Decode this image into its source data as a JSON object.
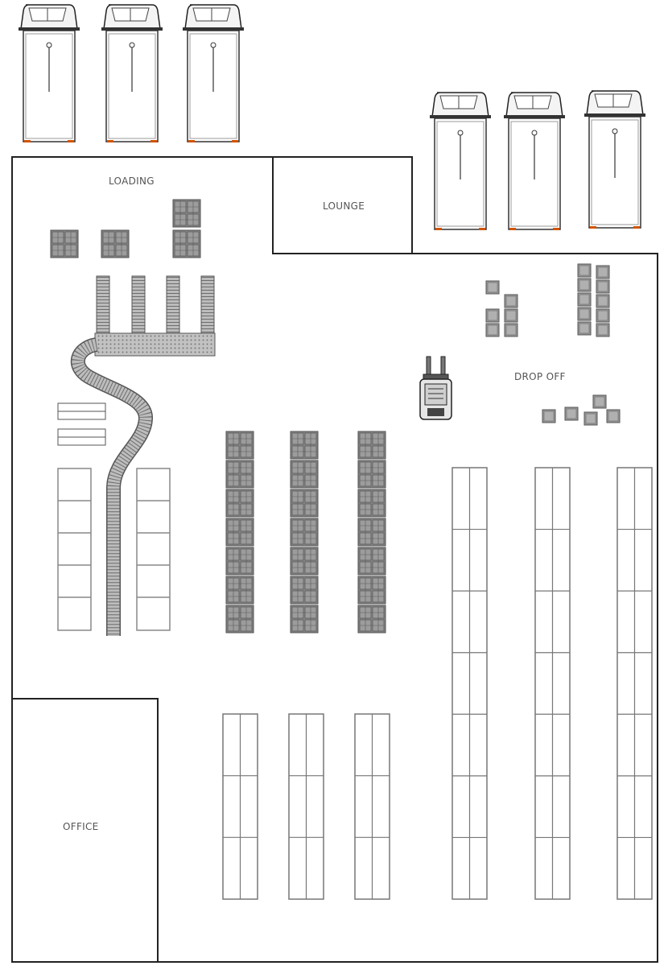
{
  "labels": {
    "loading": "LOADING",
    "lounge": "LOUNGE",
    "drop_off": "DROP OFF",
    "office": "OFFICE"
  },
  "colors": {
    "wall": "#222222",
    "pallet": "#8a8a8a",
    "pallet_line": "#5a5a5a",
    "conveyor": "#a9a9a9",
    "shelf": "#888888",
    "truck_cab": "#f4f4f4",
    "truck_accent": "#d35400"
  },
  "icons": {
    "truck": "delivery-truck-icon",
    "forklift": "forklift-icon"
  },
  "counts": {
    "trucks": 6,
    "pallet_columns": 3,
    "pallets_per_column": 7,
    "conveyor_lanes": 4,
    "racks_front_row": 3,
    "racks_tall_row": 3,
    "drop_off_boxes": 5
  }
}
